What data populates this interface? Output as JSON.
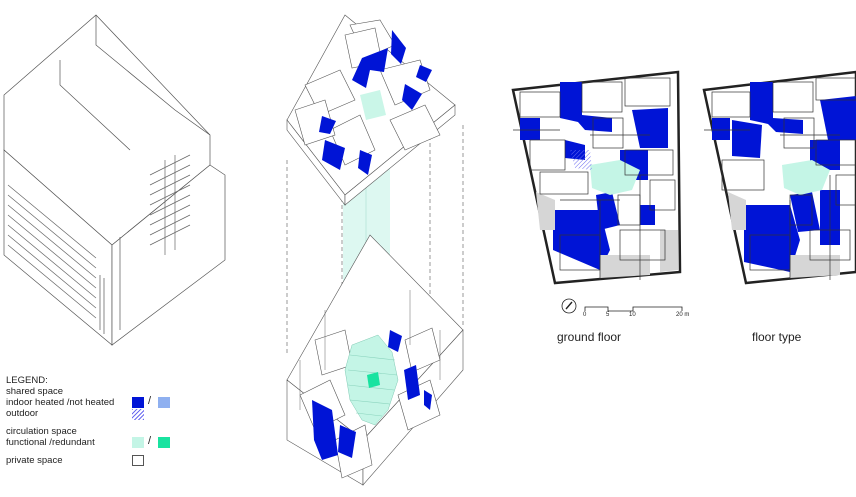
{
  "legend": {
    "title": "LEGEND:",
    "shared_space": "shared space",
    "indoor_heated": "indoor heated /not heated",
    "outdoor": "outdoor",
    "circulation_space": "circulation space",
    "functional_redundant": "functional /redundant",
    "private_space": "private space",
    "separator": "/"
  },
  "plans": {
    "ground_floor_label": "ground floor",
    "floor_type_label": "floor type"
  },
  "scale_bar": {
    "ticks": [
      "0",
      "5",
      "10",
      "20 m"
    ]
  },
  "colors": {
    "shared_indoor_heated": "#0014d6",
    "shared_indoor_not_heated": "#8fb0f0",
    "circulation_functional": "#c4f5e6",
    "circulation_redundant": "#19e3a0",
    "private_space": "#ffffff",
    "outdoor_gray": "#d6d6d6",
    "line": "#333333"
  }
}
